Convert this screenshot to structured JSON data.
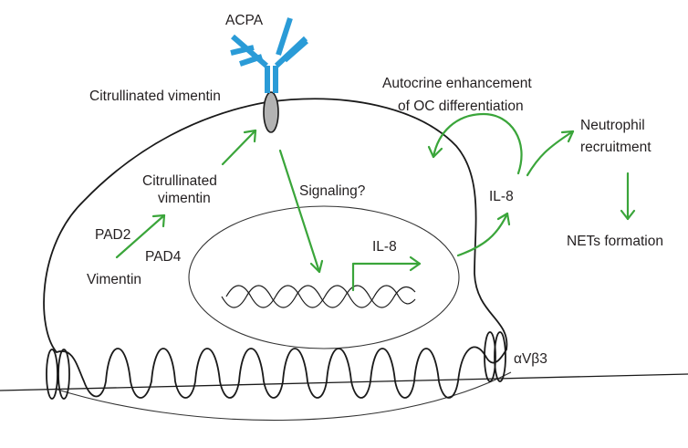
{
  "labels": {
    "acpa": "ACPA",
    "citrullinated_vimentin_top": "Citrullinated vimentin",
    "citrullinated_vimentin_inner_1": "Citrullinated",
    "citrullinated_vimentin_inner_2": "vimentin",
    "pad2": "PAD2",
    "pad4": "PAD4",
    "vimentin": "Vimentin",
    "signaling": "Signaling?",
    "il8_nucleus": "IL-8",
    "il8_secreted": "IL-8",
    "autocrine_1": "Autocrine enhancement",
    "autocrine_2": "of OC differentiation",
    "neutrophil_1": "Neutrophil",
    "neutrophil_2": "recruitment",
    "nets": "NETs formation",
    "integrin": "αVβ3"
  },
  "colors": {
    "arrow": "#3aa53a",
    "antibody": "#2a9bd7",
    "outline": "#1a1a1a",
    "receptor": "#b3b3b3"
  },
  "icons": {
    "antibody": "y-shaped-antibody-icon",
    "dna": "double-helix-icon",
    "receptor": "membrane-receptor-icon",
    "integrin": "integrin-loops-icon"
  }
}
